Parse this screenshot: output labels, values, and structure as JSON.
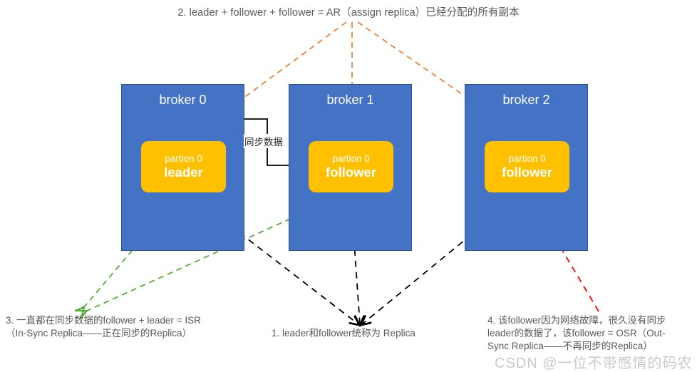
{
  "diagram": {
    "top_caption": "2. leader + follower + follower = AR（assign replica）已经分配的所有副本",
    "sync_label": "同步数据",
    "brokers": [
      {
        "title": "broker 0",
        "partition": "partion 0",
        "role": "leader"
      },
      {
        "title": "broker 1",
        "partition": "partion 0",
        "role": "follower"
      },
      {
        "title": "broker 2",
        "partition": "partion 0",
        "role": "follower"
      }
    ],
    "notes": {
      "replica": "1. leader和follower统称为 Replica",
      "isr_line1": "3. 一直都在同步数据的follower + leader = ISR",
      "isr_line2": "（In-Sync Replica——正在同步的Replica）",
      "osr_line1": "4. 该follower因为网络故障，很久没有同步",
      "osr_line2": "leader的数据了，该follower = OSR（Out-",
      "osr_line3": "Sync Replica——不再同步的Replica）"
    },
    "watermark": "CSDN @一位不带感情的码农",
    "colors": {
      "broker_fill": "#4472C4",
      "broker_border": "#2F528F",
      "partition_fill": "#FFC000",
      "ar_arrow": "#ED7D31",
      "isr_arrow": "#4EA72E",
      "replica_arrow": "#000000",
      "osr_arrow": "#FF0000",
      "sync_arrow": "#000000",
      "text": "#595959",
      "watermark": "#c9c9c9"
    }
  }
}
